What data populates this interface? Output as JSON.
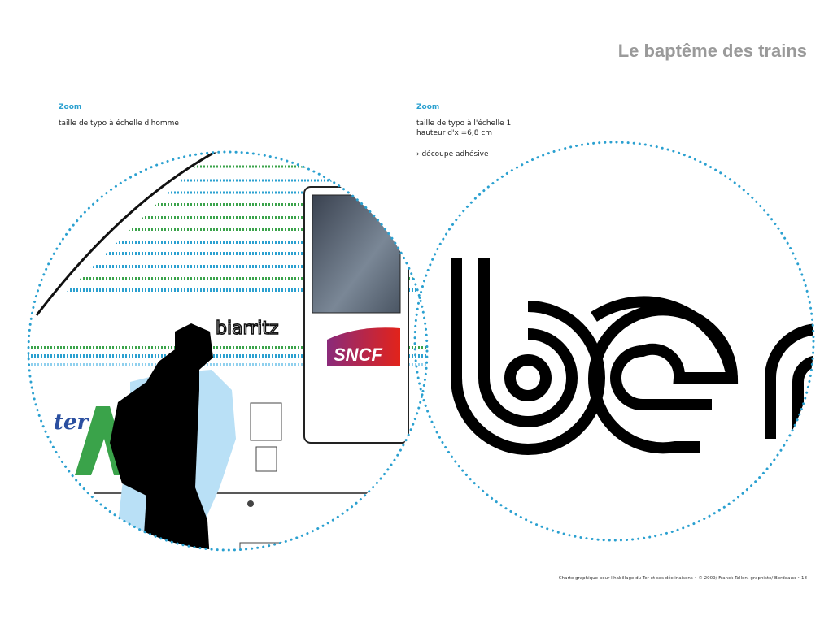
{
  "page": {
    "title": "Le baptême des trains",
    "footer": "Charte graphique pour l'habillage du Ter et ses déclinaisons • © 2009/ Franck Tallon, graphiste/ Bordeaux • 18"
  },
  "left_panel": {
    "heading": "Zoom",
    "caption": "taille de typo à échelle d'homme",
    "logos": {
      "city": "biarritz",
      "operator": "SNCF",
      "brand": "ter"
    }
  },
  "right_panel": {
    "heading": "Zoom",
    "caption_line1": "taille de typo à l'échelle 1",
    "caption_line2": "hauteur d'x =6,8 cm",
    "note": "› découpe adhésive",
    "logo_text": "ber"
  },
  "colors": {
    "accent": "#2aa0d0",
    "title": "#9a9a9a",
    "green": "#3aa34a",
    "sncf_red": "#e2231a",
    "sncf_purple": "#8a2a7a"
  }
}
